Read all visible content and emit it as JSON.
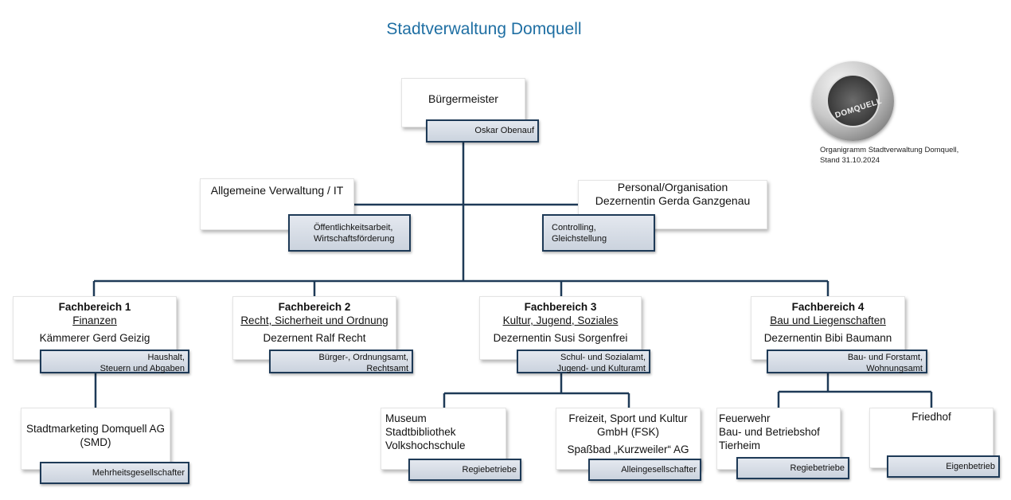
{
  "title": "Stadtverwaltung Domquell",
  "logo": {
    "text": "DOMQUELL"
  },
  "note": {
    "line1": "Organigramm Stadtverwaltung Domquell,",
    "line2": "Stand 31.10.2024"
  },
  "buergermeister": {
    "title": "Bürgermeister",
    "sub": "Oskar Obenauf"
  },
  "allg": {
    "title": "Allgemeine Verwaltung / IT",
    "sub1": "Öffentlichkeitsarbeit,",
    "sub2": "Wirtschaftsförderung"
  },
  "personal": {
    "title1": "Personal/Organisation",
    "title2": "Dezernentin Gerda Ganzgenau",
    "sub1": "Controlling,",
    "sub2": "Gleichstellung"
  },
  "fb1": {
    "head": "Fachbereich 1",
    "area": "Finanzen",
    "person": "Kämmerer Gerd Geizig",
    "sub1": "Haushalt,",
    "sub2": "Steuern und Abgaben"
  },
  "fb2": {
    "head": "Fachbereich 2",
    "area": "Recht, Sicherheit und Ordnung",
    "person": "Dezernent Ralf Recht",
    "sub1": "Bürger-, Ordnungsamt,",
    "sub2": "Rechtsamt"
  },
  "fb3": {
    "head": "Fachbereich 3",
    "area": "Kultur, Jugend, Soziales",
    "person": "Dezernentin Susi Sorgenfrei",
    "sub1": "Schul- und Sozialamt,",
    "sub2": "Jugend- und Kulturamt"
  },
  "fb4": {
    "head": "Fachbereich 4",
    "area": "Bau und Liegenschaften",
    "person": "Dezernentin Bibi Baumann",
    "sub1": "Bau- und Forstamt,",
    "sub2": "Wohnungsamt"
  },
  "smd": {
    "line1": "Stadtmarketing Domquell AG",
    "line2": "(SMD)",
    "sub": "Mehrheitsgesellschafter"
  },
  "museum": {
    "line1": "Museum",
    "line2": "Stadtbibliothek",
    "line3": "Volkshochschule",
    "sub": "Regiebetriebe"
  },
  "fsk": {
    "line1": "Freizeit, Sport und Kultur",
    "line2": "GmbH (FSK)",
    "line3": "Spaßbad „Kurzweiler“ AG",
    "sub": "Alleingesellschafter"
  },
  "feuerwehr": {
    "line1": "Feuerwehr",
    "line2": "Bau- und Betriebshof",
    "line3": "Tierheim",
    "sub": "Regiebetriebe"
  },
  "friedhof": {
    "title": "Friedhof",
    "sub": "Eigenbetrieb"
  }
}
